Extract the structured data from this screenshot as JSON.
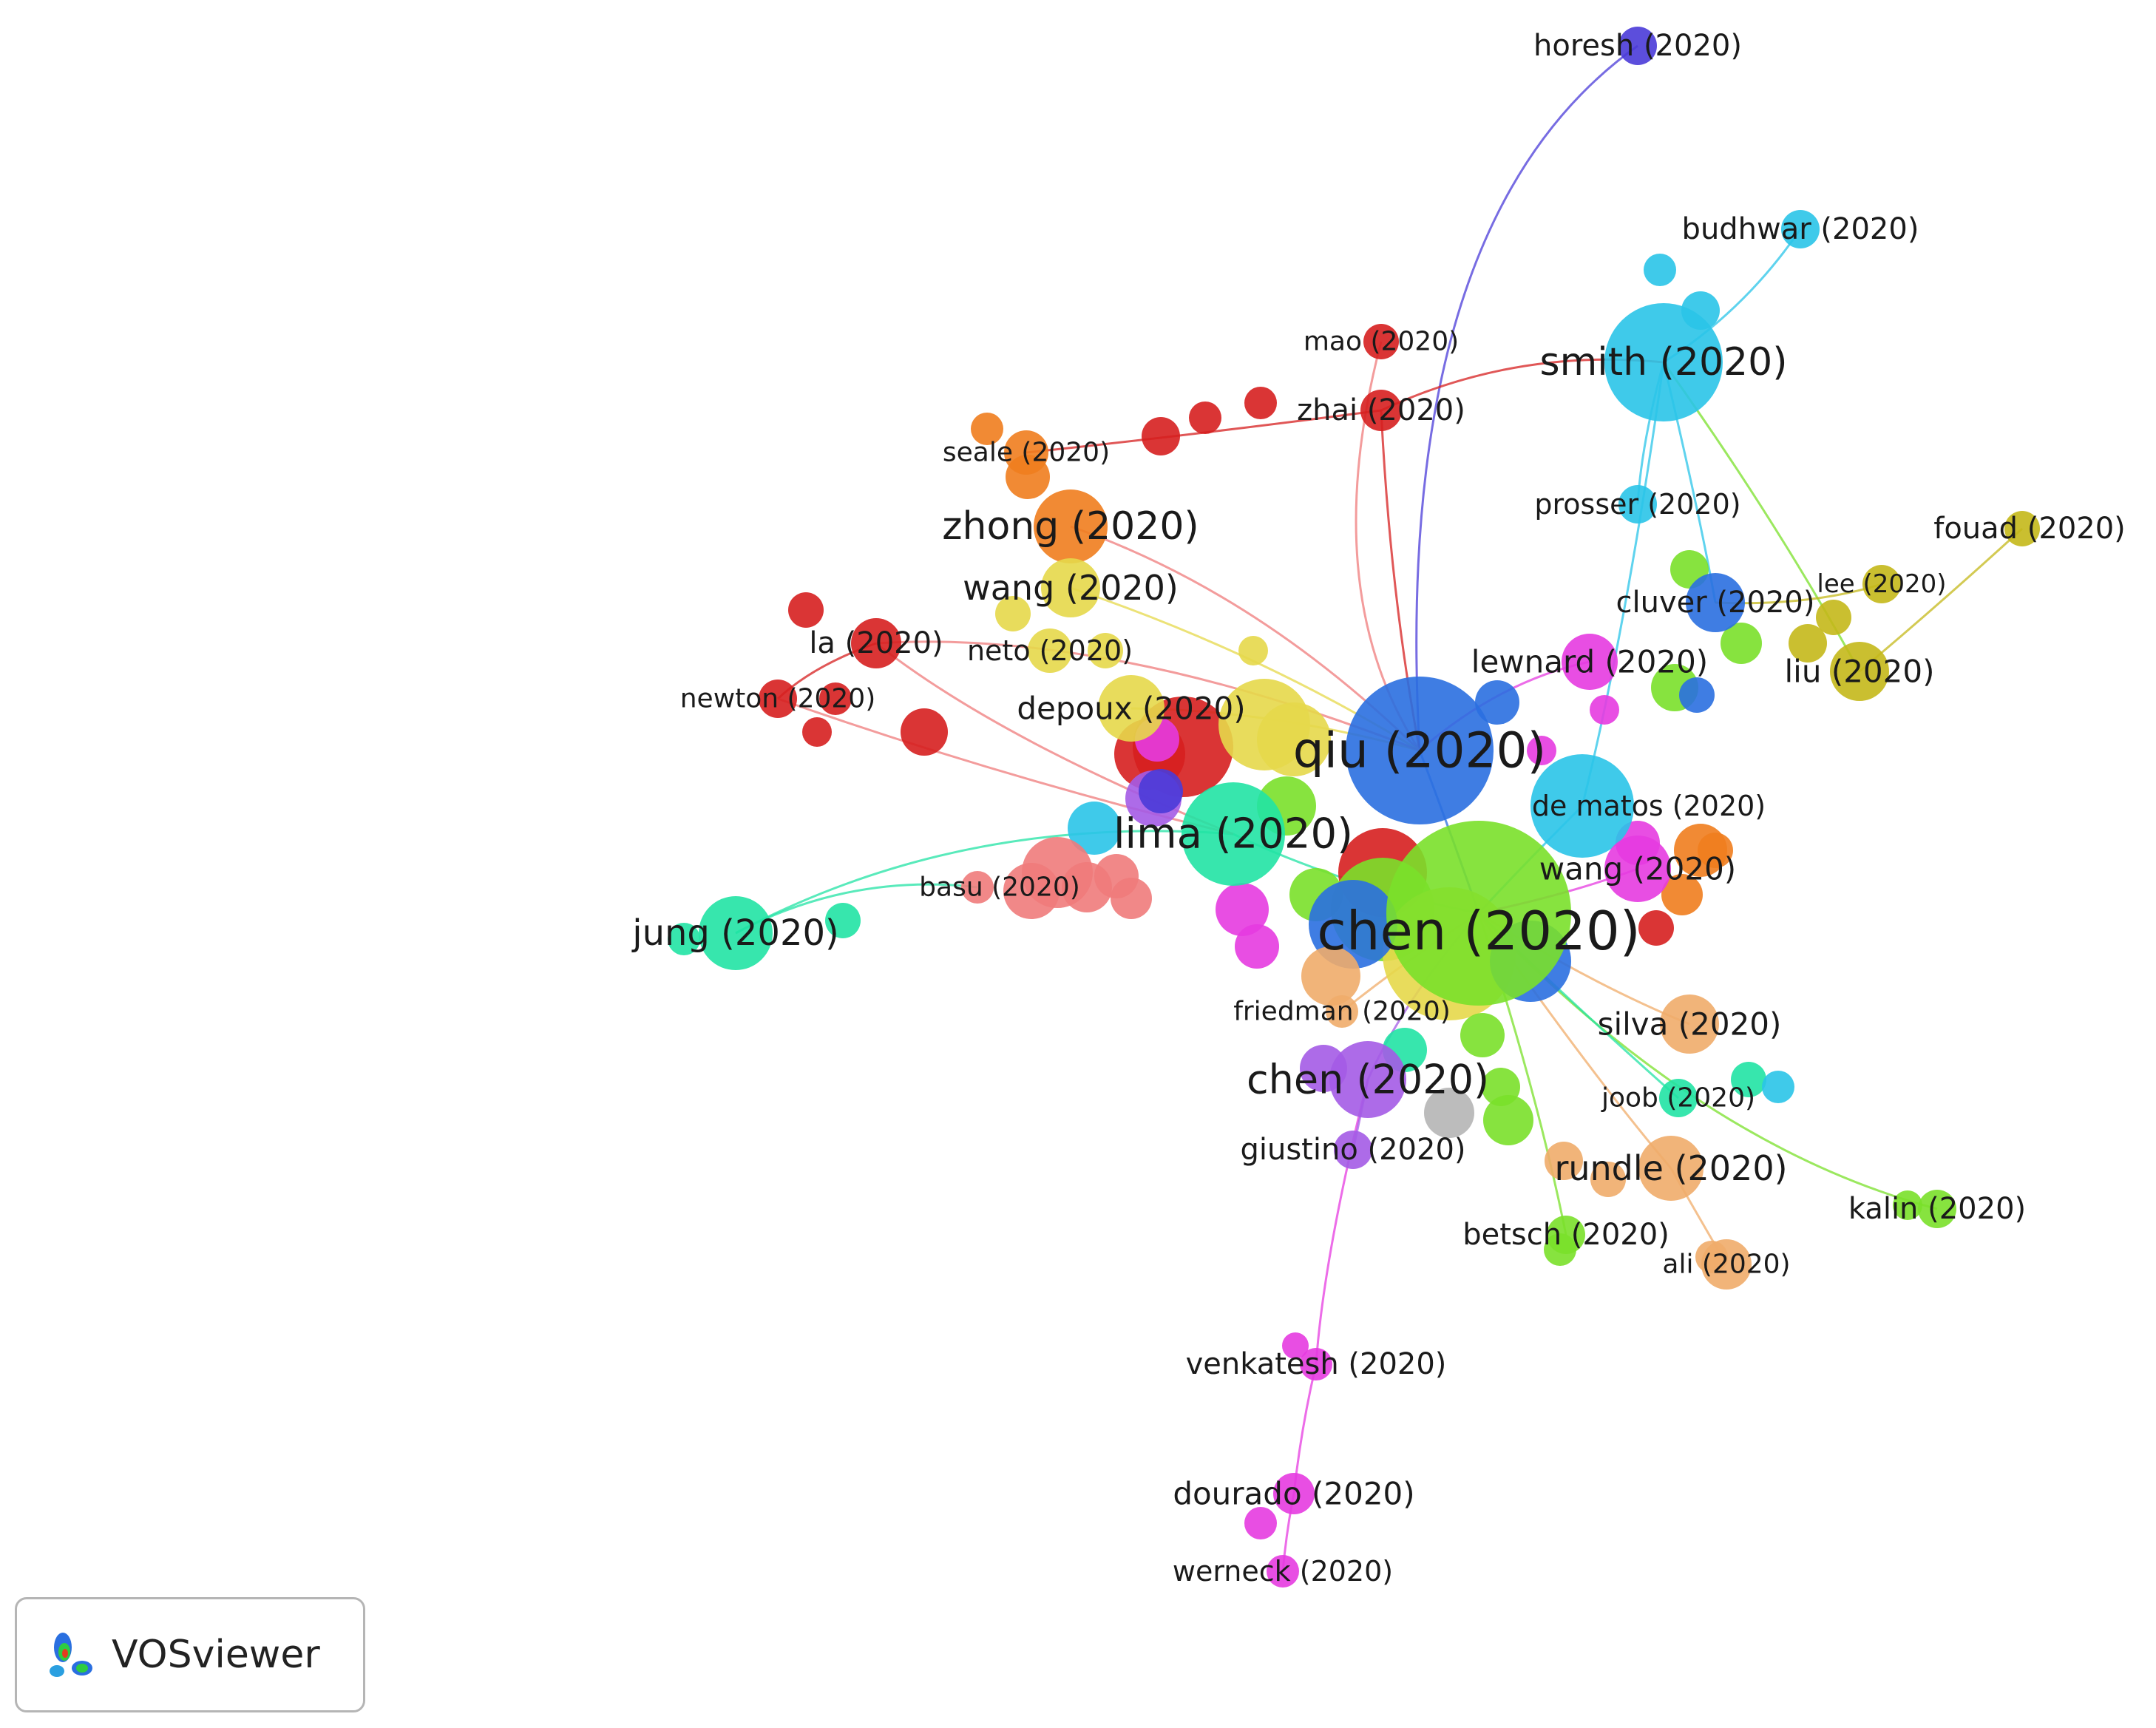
{
  "app": {
    "logo_text": "VOSviewer"
  },
  "palette": {
    "red": "#d61f1f",
    "orange": "#f07d1e",
    "olive": "#c4b81a",
    "yellow": "#e6d84a",
    "cyan": "#2ac4e8",
    "blue": "#2a6fe0",
    "purple": "#4a3bd8",
    "magenta": "#e63be0",
    "teal": "#21e3a4",
    "green": "#7ae02a",
    "salmon": "#ef7b7b",
    "violet": "#a45be6",
    "tan": "#f0ac6a",
    "gray": "#b5b5b5",
    "lime": "#39cf2a"
  },
  "nodes": [
    {
      "id": "horesh",
      "label": "horesh (2020)",
      "color": "purple",
      "weight": 2
    },
    {
      "id": "budhwar",
      "label": "budhwar (2020)",
      "color": "cyan",
      "weight": 2
    },
    {
      "id": "smith",
      "label": "smith (2020)",
      "color": "cyan",
      "weight": 7
    },
    {
      "id": "mao",
      "label": "mao (2020)",
      "color": "red",
      "weight": 2
    },
    {
      "id": "zhai",
      "label": "zhai (2020)",
      "color": "red",
      "weight": 2
    },
    {
      "id": "seale",
      "label": "seale (2020)",
      "color": "orange",
      "weight": 2
    },
    {
      "id": "zhong",
      "label": "zhong (2020)",
      "color": "orange",
      "weight": 6
    },
    {
      "id": "prosser",
      "label": "prosser (2020)",
      "color": "cyan",
      "weight": 2
    },
    {
      "id": "fouad",
      "label": "fouad (2020)",
      "color": "olive",
      "weight": 2
    },
    {
      "id": "wang1",
      "label": "wang (2020)",
      "color": "yellow",
      "weight": 4
    },
    {
      "id": "lee",
      "label": "lee (2020)",
      "color": "olive",
      "weight": 2
    },
    {
      "id": "cluver",
      "label": "cluver (2020)",
      "color": "blue",
      "weight": 3
    },
    {
      "id": "la",
      "label": "la (2020)",
      "color": "red",
      "weight": 3
    },
    {
      "id": "neto",
      "label": "neto (2020)",
      "color": "yellow",
      "weight": 2
    },
    {
      "id": "lewnard",
      "label": "lewnard (2020)",
      "color": "magenta",
      "weight": 3
    },
    {
      "id": "liu",
      "label": "liu (2020)",
      "color": "olive",
      "weight": 3
    },
    {
      "id": "newton",
      "label": "newton (2020)",
      "color": "red",
      "weight": 2
    },
    {
      "id": "depoux",
      "label": "depoux (2020)",
      "color": "yellow",
      "weight": 4
    },
    {
      "id": "qiu",
      "label": "qiu (2020)",
      "color": "blue",
      "weight": 12
    },
    {
      "id": "de_matos",
      "label": "de matos (2020)",
      "color": "cyan",
      "weight": 5
    },
    {
      "id": "lima",
      "label": "lima (2020)",
      "color": "teal",
      "weight": 7
    },
    {
      "id": "wang2",
      "label": "wang (2020)",
      "color": "magenta",
      "weight": 3
    },
    {
      "id": "basu",
      "label": "basu (2020)",
      "color": "salmon",
      "weight": 2
    },
    {
      "id": "jung",
      "label": "jung (2020)",
      "color": "teal",
      "weight": 4
    },
    {
      "id": "chen1",
      "label": "chen (2020)",
      "color": "green",
      "weight": 14
    },
    {
      "id": "friedman",
      "label": "friedman (2020)",
      "color": "tan",
      "weight": 2
    },
    {
      "id": "silva",
      "label": "silva (2020)",
      "color": "tan",
      "weight": 3
    },
    {
      "id": "chen2",
      "label": "chen (2020)",
      "color": "violet",
      "weight": 5
    },
    {
      "id": "joob",
      "label": "joob (2020)",
      "color": "teal",
      "weight": 2
    },
    {
      "id": "giustino",
      "label": "giustino (2020)",
      "color": "violet",
      "weight": 2
    },
    {
      "id": "rundle",
      "label": "rundle (2020)",
      "color": "tan",
      "weight": 4
    },
    {
      "id": "kalin",
      "label": "kalin (2020)",
      "color": "green",
      "weight": 2
    },
    {
      "id": "betsch",
      "label": "betsch (2020)",
      "color": "green",
      "weight": 2
    },
    {
      "id": "ali",
      "label": "ali (2020)",
      "color": "tan",
      "weight": 2
    },
    {
      "id": "venkatesh",
      "label": "venkatesh (2020)",
      "color": "magenta",
      "weight": 2
    },
    {
      "id": "dourado",
      "label": "dourado (2020)",
      "color": "magenta",
      "weight": 2
    },
    {
      "id": "werneck",
      "label": "werneck (2020)",
      "color": "magenta",
      "weight": 2
    }
  ]
}
